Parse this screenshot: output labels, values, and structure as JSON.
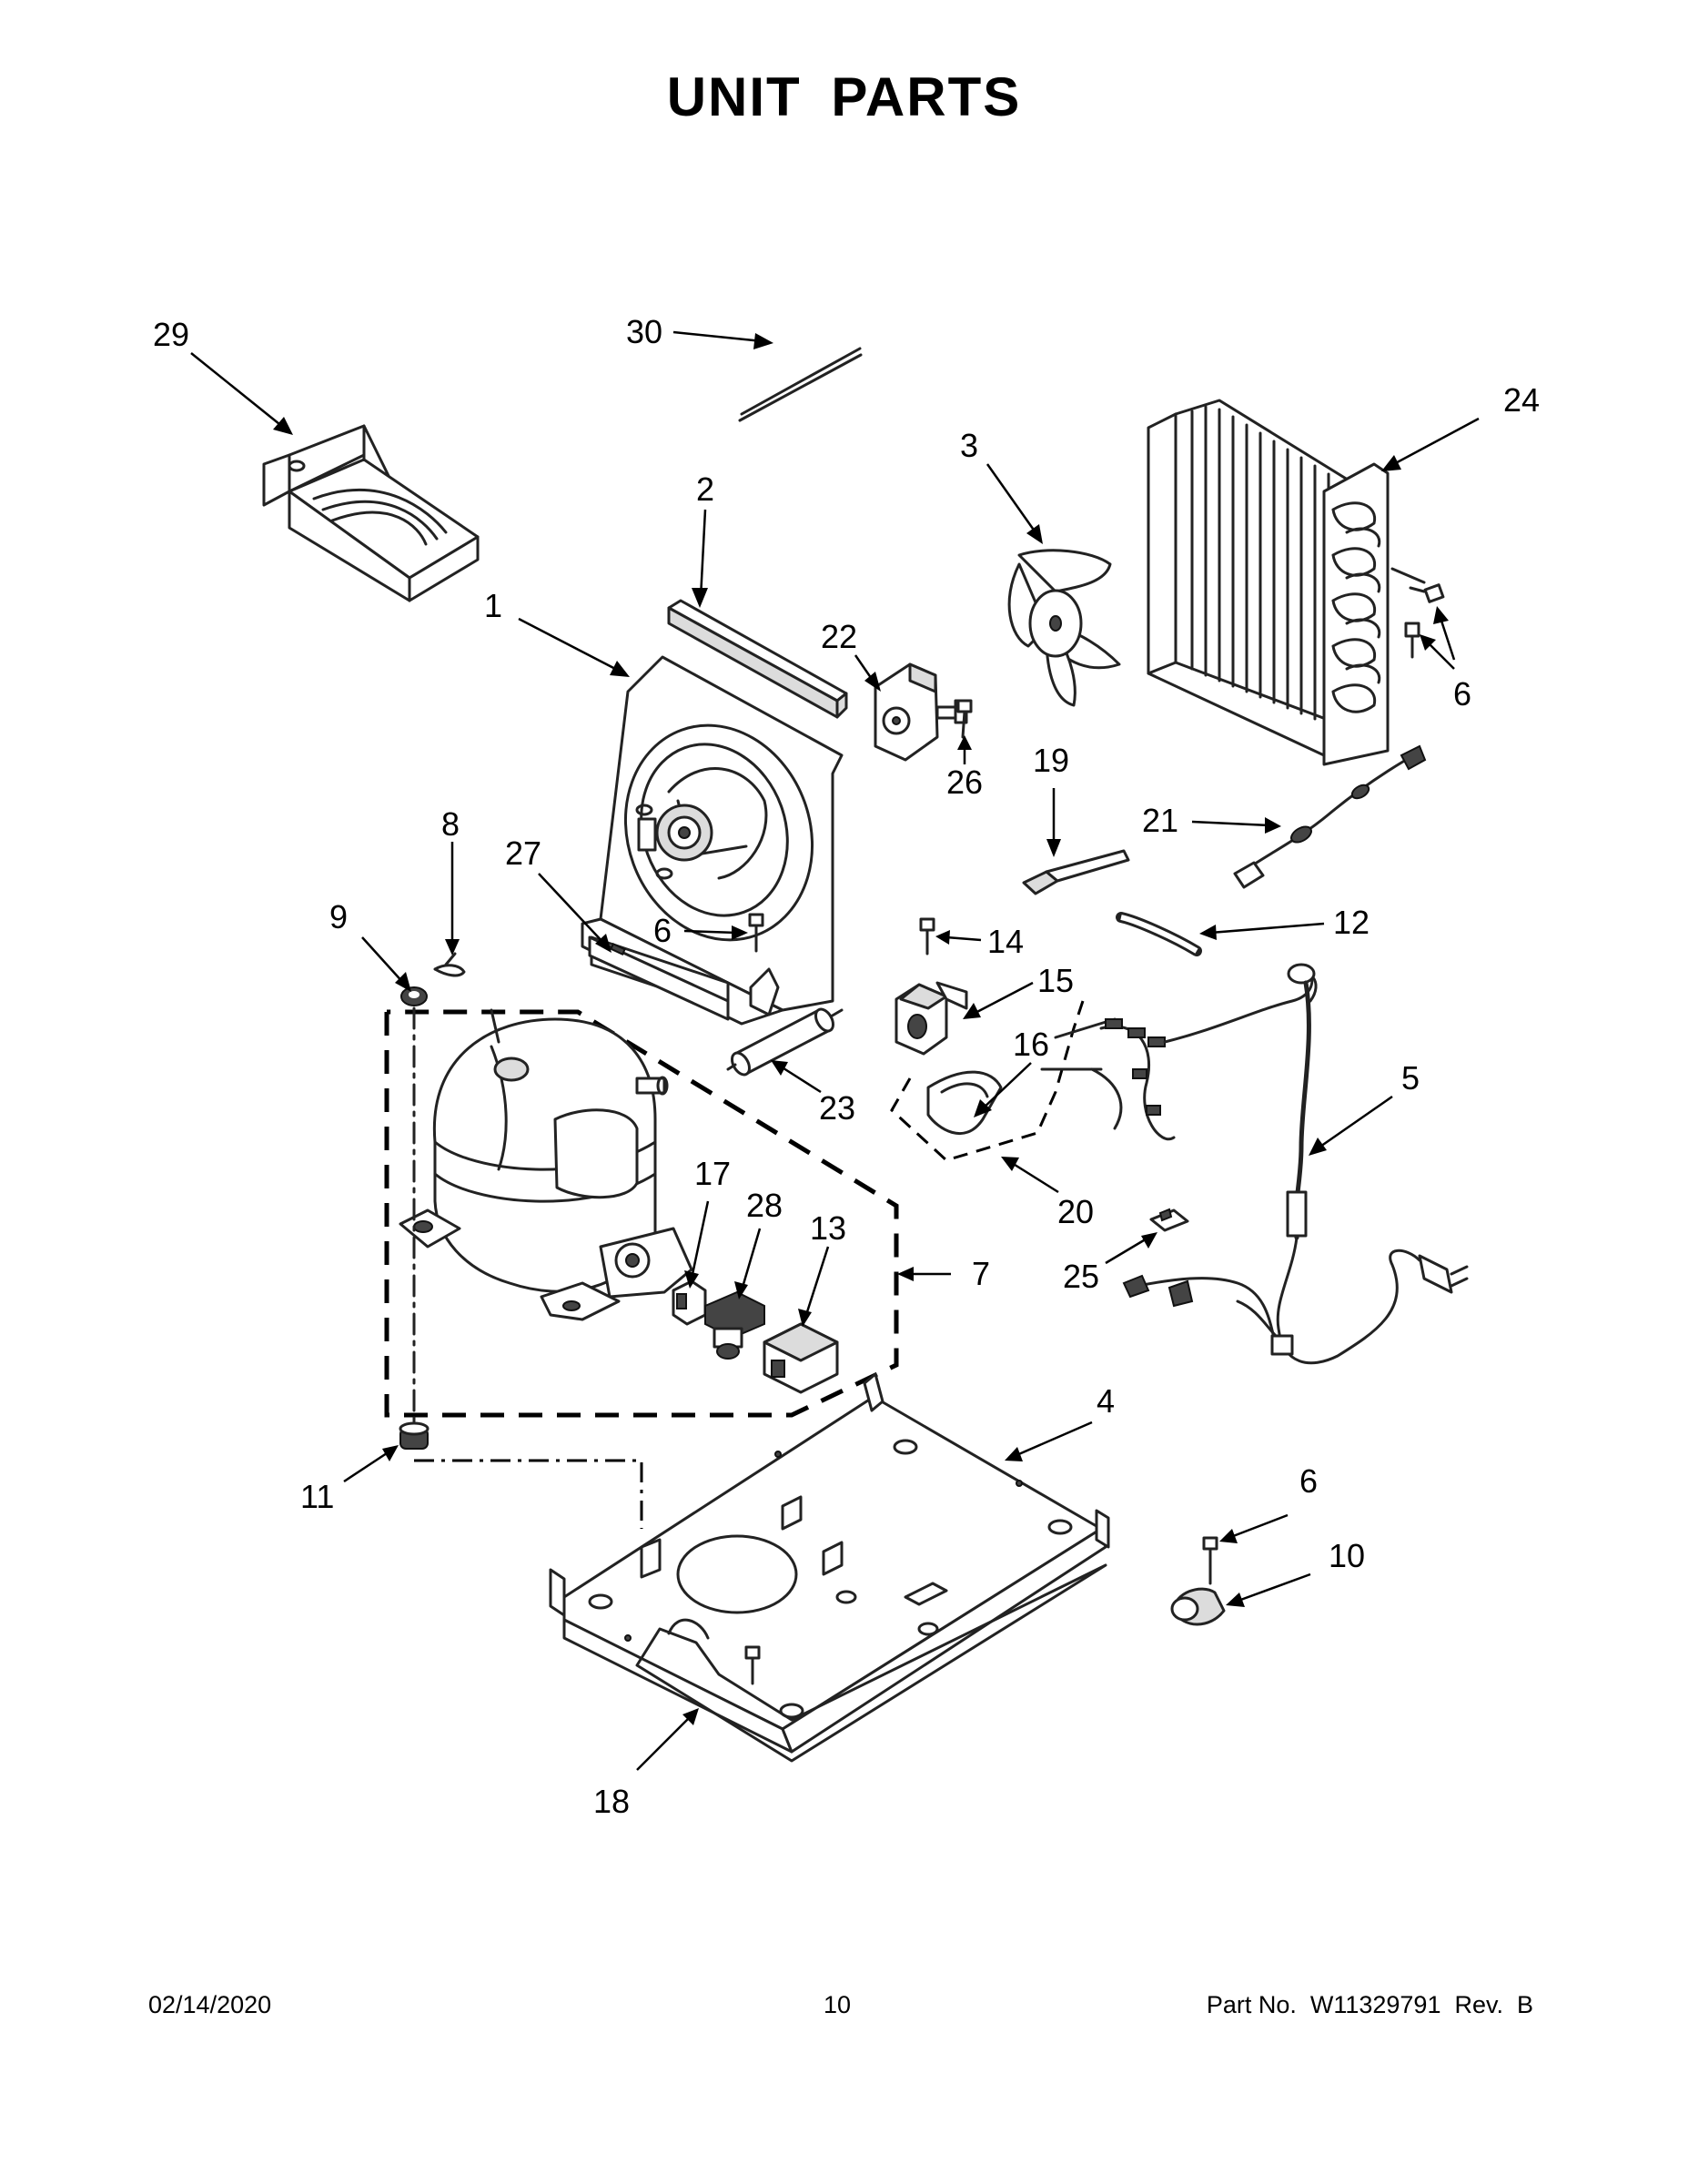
{
  "title": "UNIT  PARTS",
  "footer": {
    "date": "02/14/2020",
    "page_number": "10",
    "part_number": "Part No.  W11329791  Rev.  B"
  },
  "callouts": {
    "c1": "1",
    "c2": "2",
    "c3": "3",
    "c4": "4",
    "c5": "5",
    "c6a": "6",
    "c6b": "6",
    "c6c": "6",
    "c7": "7",
    "c8": "8",
    "c9": "9",
    "c10": "10",
    "c11": "11",
    "c12": "12",
    "c13": "13",
    "c14": "14",
    "c15": "15",
    "c16": "16",
    "c17": "17",
    "c18": "18",
    "c19": "19",
    "c20": "20",
    "c21": "21",
    "c22": "22",
    "c23": "23",
    "c24": "24",
    "c25": "25",
    "c26": "26",
    "c27": "27",
    "c28": "28",
    "c29": "29",
    "c30": "30"
  }
}
